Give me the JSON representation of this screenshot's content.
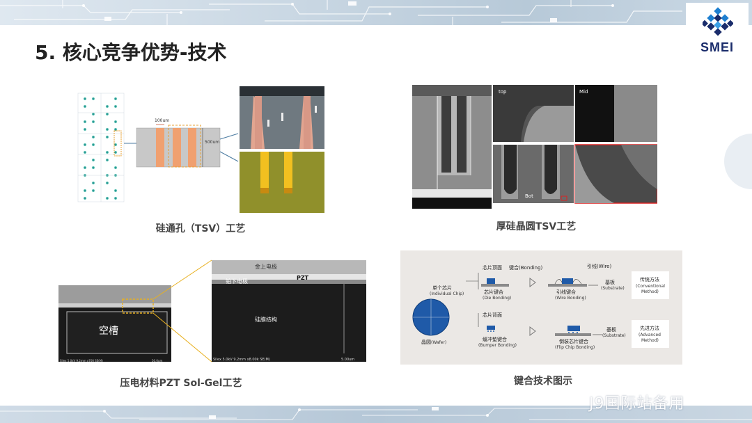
{
  "title": "5. 核心竞争优势-技术",
  "logo": {
    "text": "SMEI",
    "icon": "smei-cross-logo-icon",
    "color": "#1a2c6b",
    "accent": "#1e7fd0"
  },
  "watermark": "J9国际站备用",
  "panels": {
    "tsv": {
      "caption": "硅通孔（TSV）工艺",
      "dim_width": "100um",
      "dim_height": "500um"
    },
    "thick_wafer": {
      "caption": "厚硅晶圆TSV工艺",
      "label_top": "top",
      "label_mid": "Mid",
      "label_bot": "Bot"
    },
    "pzt": {
      "caption": "压电材料PZT Sol-Gel工艺",
      "label_cavity": "空槽",
      "label_top_electrode": "金上电极",
      "label_bottom_electrode": "铂下电极",
      "label_pzt": "PZT",
      "label_silicon": "硅膜结构",
      "sem_info_left": "Silex 5.0kV 9.2mm x700 SE(M)",
      "sem_scale_left": "50.0um",
      "sem_info_right": "Silex 5.0kV 9.2mm x8.00k SE(M)",
      "sem_scale_right": "5.00um"
    },
    "bonding": {
      "caption": "键合技术图示",
      "wafer_label": "晶圆",
      "wafer_en": "(Wafer)",
      "single_chip": "单个芯片",
      "single_chip_en": "(Individual Chip)",
      "chip_top": "芯片顶面",
      "bonding": "键合(Bonding)",
      "wire": "引线(Wire)",
      "die_bonding": "芯片键合",
      "die_bonding_en": "(Die Bonding)",
      "wire_bonding": "引线键合",
      "wire_bonding_en": "(Wire Bonding)",
      "substrate": "基板",
      "substrate_en": "(Substrate)",
      "conventional": "传统方法",
      "conventional_en1": "(Conventional",
      "conventional_en2": "Method)",
      "chip_back": "芯片背面",
      "bumper_bonding": "缓冲垫键合",
      "bumper_bonding_en": "(Bumper Bonding)",
      "flip_chip": "倒装芯片键合",
      "flip_chip_en": "(Flip Chip Bonding)",
      "advanced": "先进方法",
      "advanced_en1": "(Advanced",
      "advanced_en2": "Method)"
    }
  }
}
